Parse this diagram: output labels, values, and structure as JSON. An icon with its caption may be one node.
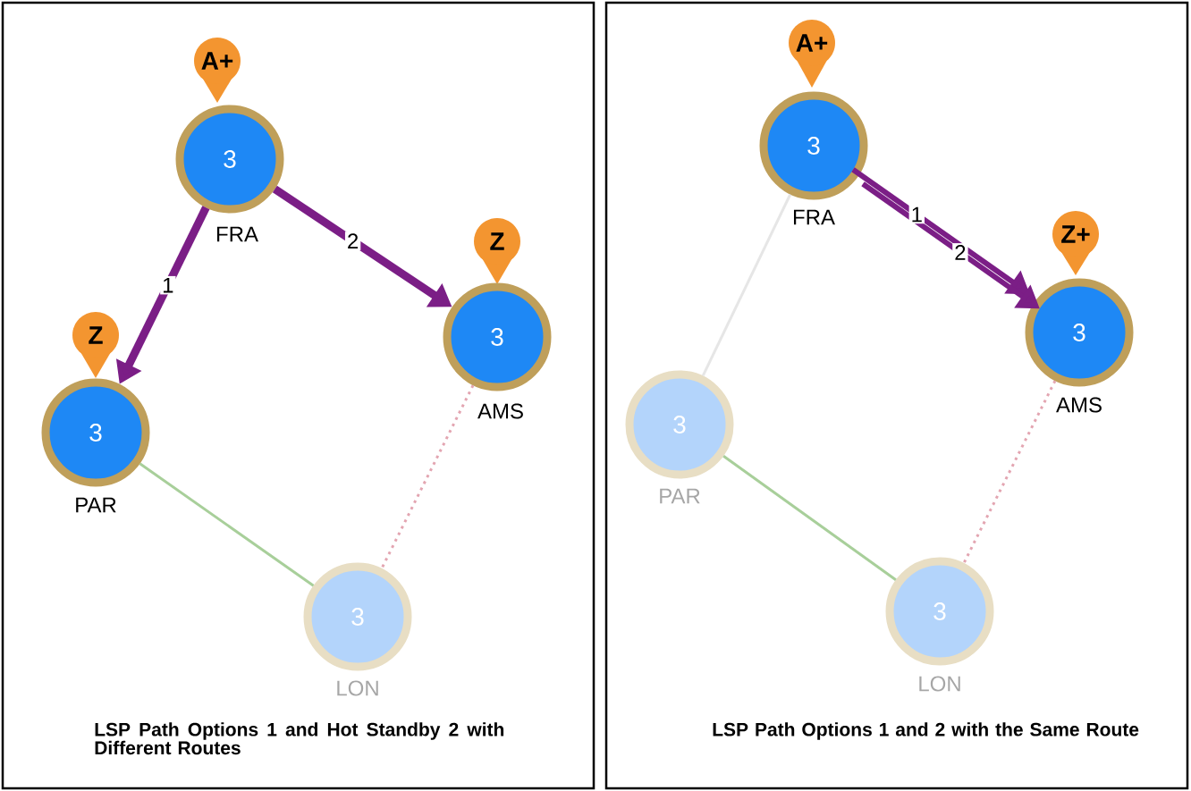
{
  "diagram": {
    "nodes": [
      {
        "text": [
          "LSP Path Options 1 and Hot Standby 2 with Different Routes"
        ]
      },
      {
        "text": [
          "A+"
        ],
        "in": 0
      },
      {
        "text": [
          "3"
        ],
        "beside": [
          "FRA"
        ],
        "in": 0
      },
      {
        "text": [
          "Z"
        ],
        "in": 0
      },
      {
        "text": [
          "3"
        ],
        "beside": [
          "AMS"
        ],
        "in": 0
      },
      {
        "text": [
          "Z"
        ],
        "in": 0
      },
      {
        "text": [
          "3"
        ],
        "beside": [
          "PAR"
        ],
        "in": 0
      },
      {
        "text": [
          "3"
        ],
        "beside": [
          "LON"
        ],
        "in": 0
      },
      {
        "text": [
          "LSP Path Options 1 and 2 with the Same Route"
        ]
      },
      {
        "text": [
          "A+"
        ],
        "in": 8
      },
      {
        "text": [
          "3"
        ],
        "beside": [
          "FRA"
        ],
        "in": 8
      },
      {
        "text": [
          "Z+"
        ],
        "in": 8
      },
      {
        "text": [
          "3"
        ],
        "beside": [
          "AMS"
        ],
        "in": 8
      },
      {
        "text": [
          "3"
        ],
        "beside": [
          "PAR"
        ],
        "in": 8
      },
      {
        "text": [
          "3"
        ],
        "beside": [
          "LON"
        ],
        "in": 8
      }
    ],
    "edges": [
      {
        "from": 2,
        "to": 6,
        "arrow": "to",
        "label": "1",
        "style": "thick",
        "color": "#7b1e86"
      },
      {
        "from": 2,
        "to": 4,
        "arrow": "to",
        "label": "2",
        "style": "thick",
        "color": "#7b1e86"
      },
      {
        "from": 6,
        "to": 7,
        "arrow": "none",
        "color": "#a8cf9a"
      },
      {
        "from": 4,
        "to": 7,
        "arrow": "none",
        "style": "dashed",
        "color": "#e3a5b1"
      },
      {
        "from": 10,
        "to": 12,
        "arrow": "to",
        "label": "1",
        "style": "thick",
        "color": "#7b1e86"
      },
      {
        "from": 10,
        "to": 12,
        "arrow": "to",
        "label": "2",
        "style": "thick",
        "color": "#7b1e86"
      },
      {
        "from": 10,
        "to": 13,
        "arrow": "none",
        "color": "#e6e6e6"
      },
      {
        "from": 13,
        "to": 14,
        "arrow": "none",
        "color": "#a8cf9a"
      },
      {
        "from": 12,
        "to": 14,
        "arrow": "none",
        "style": "dashed",
        "color": "#e3a5b1"
      }
    ]
  }
}
